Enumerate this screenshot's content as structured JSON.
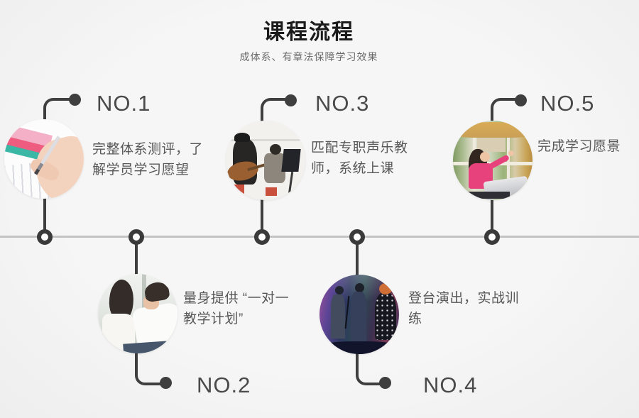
{
  "header": {
    "title": "课程流程",
    "subtitle": "成体系、有章法保障学习效果"
  },
  "colors": {
    "background": "#f4f4f4",
    "timeline_line": "#c3c3c3",
    "connector": "#3f3f3f",
    "step_label_text": "#4a4a4a",
    "description_text": "#585858",
    "title_text": "#1b1b1b",
    "subtitle_text": "#6b6b6b"
  },
  "steps": [
    {
      "label": "NO.1",
      "position": "top",
      "photo": "writing-assessment-photo",
      "description": "完整体系测评，了解学员学习愿望",
      "desc_lines": [
        "完整体系测评，了",
        "解学员学习愿望"
      ]
    },
    {
      "label": "NO.2",
      "position": "bottom",
      "photo": "one-on-one-plan-photo",
      "description": "量身提供 “一对一教学计划”",
      "desc_lines": [
        "量身提供 “一对一",
        "教学计划”"
      ]
    },
    {
      "label": "NO.3",
      "position": "top",
      "photo": "music-lesson-photo",
      "description": "匹配专职声乐教师，系统上课",
      "desc_lines": [
        "匹配专职声乐教",
        "师，系统上课"
      ]
    },
    {
      "label": "NO.4",
      "position": "bottom",
      "photo": "stage-performance-photo",
      "description": "登台演出，实战训练",
      "desc_lines": [
        "登台演出，实战训",
        "练"
      ]
    },
    {
      "label": "NO.5",
      "position": "top",
      "photo": "singing-achievement-photo",
      "description": "完成学习愿景",
      "desc_lines": [
        "完成学习愿景"
      ]
    }
  ]
}
